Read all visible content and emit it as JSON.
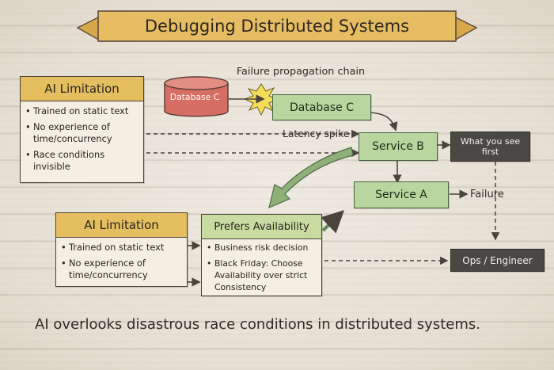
{
  "banner": {
    "title": "Debugging Distributed Systems"
  },
  "chain_label": "Failure propagation chain",
  "database_cylinder": {
    "label": "Database C"
  },
  "nodes": {
    "database_c": "Database C",
    "latency_spike": "Latency spike",
    "service_b": "Service B",
    "service_a": "Service A",
    "what_you_see_first": "What you see first",
    "failure": "Failure",
    "ops_engineer": "Ops / Engineer"
  },
  "limitation_top": {
    "title": "AI Limitation",
    "items": [
      "Trained on static text",
      "No experience of time/concurrency",
      "Race conditions invisible"
    ]
  },
  "limitation_bottom": {
    "title": "AI Limitation",
    "items": [
      "Trained on static text",
      "No experience of time/concurrency"
    ]
  },
  "prefers_availability": {
    "title": "Prefers Availability",
    "items": [
      "Business risk decision",
      "Black Friday: Choose Availability over strict Consistency"
    ]
  },
  "footer_caption": "AI overlooks disastrous race conditions in distributed systems.",
  "colors": {
    "banner_fill": "#e6bd62",
    "header_fill": "#e5bf5f",
    "service_fill": "#b9d69f",
    "dark_fill": "#4a4844",
    "database_fill": "#d76e63",
    "burst_fill": "#f3dd57",
    "arrow_color": "#4b433c",
    "big_arrow_fill": "#8fb179"
  },
  "icons": {
    "database": "cylinder-icon",
    "spike": "burst-icon"
  }
}
